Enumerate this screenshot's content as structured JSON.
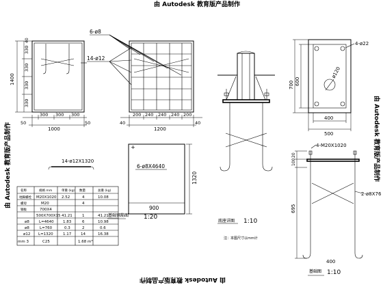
{
  "watermarks": {
    "top": "由 Autodesk 教育版产品制作",
    "bottom": "由 Autodesk 教育版产品制作",
    "left": "由 Autodesk 教育版产品制作",
    "right": "由 Autodesk 教育版产品制作"
  },
  "elevation1": {
    "dims_v": [
      "40",
      "330",
      "330",
      "330",
      "330",
      "1400"
    ],
    "dims_h": [
      "50",
      "300",
      "300",
      "300",
      "50",
      "1000"
    ]
  },
  "elevation2": {
    "bar_a": "6-ø8",
    "bar_b": "14-ø12",
    "dims_h": [
      "40",
      "200",
      "240",
      "240",
      "240",
      "200",
      "40",
      "1200"
    ]
  },
  "bar_detail": {
    "label": "14-ø12X1320"
  },
  "plate_detail": {
    "label": "6-ø8X4640",
    "dim_v": "1320",
    "dim_h": "900",
    "caption": "基础钢筋图",
    "scale": "1:20"
  },
  "post_detail": {
    "caption": "底座详图",
    "scale": "1:10",
    "note": "注：本图尺寸以mm计"
  },
  "base_plate": {
    "hole": "4-ø22",
    "circle": "ø120",
    "dims_v": [
      "700",
      "600"
    ],
    "dims_h": [
      "400",
      "500"
    ]
  },
  "anchor_detail": {
    "bolt": "4-M20X1020",
    "bar": "2-ø8X76",
    "dims_v": [
      "20",
      "100",
      "695"
    ],
    "dim_h": "400",
    "caption": "基础图",
    "scale": "1:10"
  },
  "table": {
    "headers": [
      "名称",
      "规格\nmm",
      "单重\n(kg)",
      "数量",
      "总重\n(kg)"
    ],
    "rows": [
      [
        "地脚螺栓",
        "M20X1020",
        "2.52",
        "4",
        "10.08"
      ],
      [
        "螺母",
        "M20",
        "",
        "4",
        ""
      ],
      [
        "钢板",
        "700X4",
        "",
        "",
        ""
      ],
      [
        "",
        "500X700X15",
        "41.21",
        "1",
        "41.21"
      ],
      [
        "ø8",
        "L=4640",
        "1.83",
        "6",
        "10.98"
      ],
      [
        "ø8",
        "L=760",
        "0.3",
        "2",
        "0.6"
      ],
      [
        "ø12",
        "L=1320",
        "1.17",
        "14",
        "16.38"
      ],
      [
        "C25",
        "",
        "1.68 m³",
        "",
        ""
      ]
    ],
    "footer": "mm 3"
  }
}
